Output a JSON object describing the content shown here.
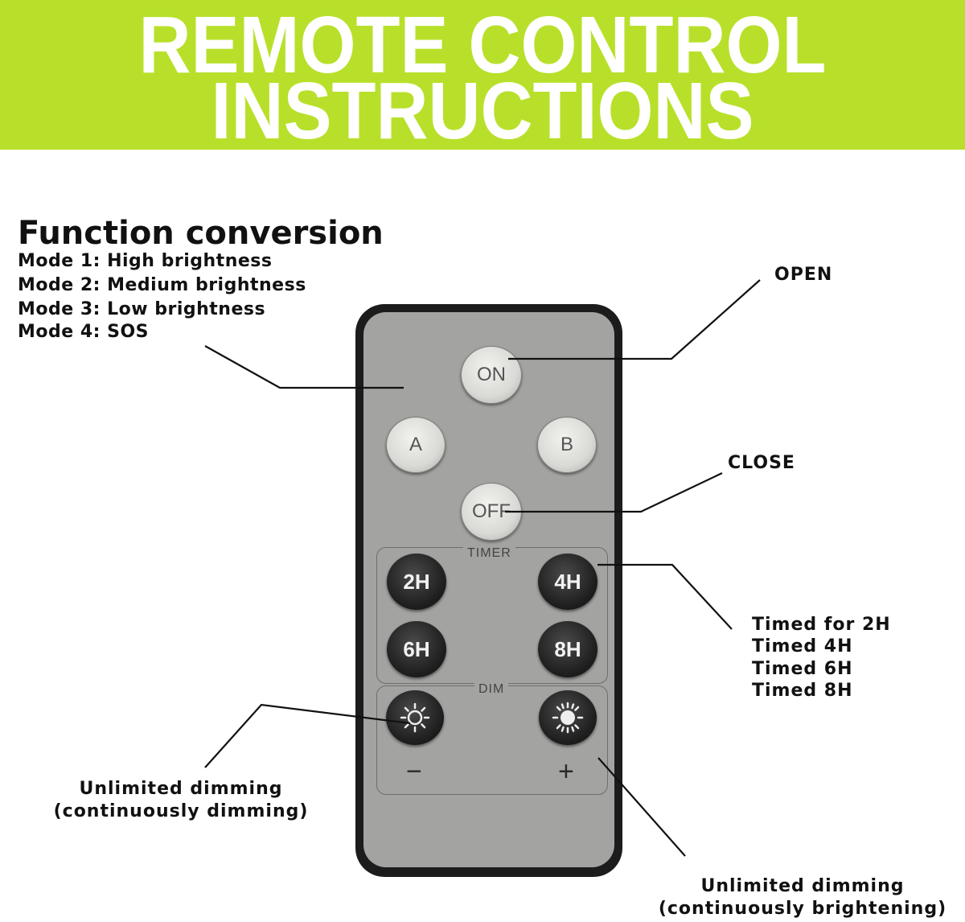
{
  "banner": {
    "line1": "REMOTE CONTROL",
    "line2": "INSTRUCTIONS"
  },
  "function_conversion": {
    "heading": "Function conversion",
    "modes": [
      "Mode 1: High brightness",
      "Mode 2: Medium brightness",
      "Mode 3: Low brightness",
      "Mode 4: SOS"
    ]
  },
  "callouts": {
    "open": "OPEN",
    "close": "CLOSE",
    "timed": [
      "Timed for 2H",
      "Timed 4H",
      "Timed 6H",
      "Timed 8H"
    ],
    "dim_minus": [
      "Unlimited dimming",
      "(continuously dimming)"
    ],
    "dim_plus": [
      "Unlimited dimming",
      "(continuously brightening)"
    ]
  },
  "remote": {
    "on": "ON",
    "a": "A",
    "b": "B",
    "off": "OFF",
    "timer_label": "TIMER",
    "timer_buttons": [
      "2H",
      "4H",
      "6H",
      "8H"
    ],
    "dim_label": "DIM",
    "minus": "−",
    "plus": "+"
  },
  "colors": {
    "banner": "#b8e02a",
    "remote_body": "#a3a3a1",
    "remote_rim": "#1c1c1c"
  }
}
